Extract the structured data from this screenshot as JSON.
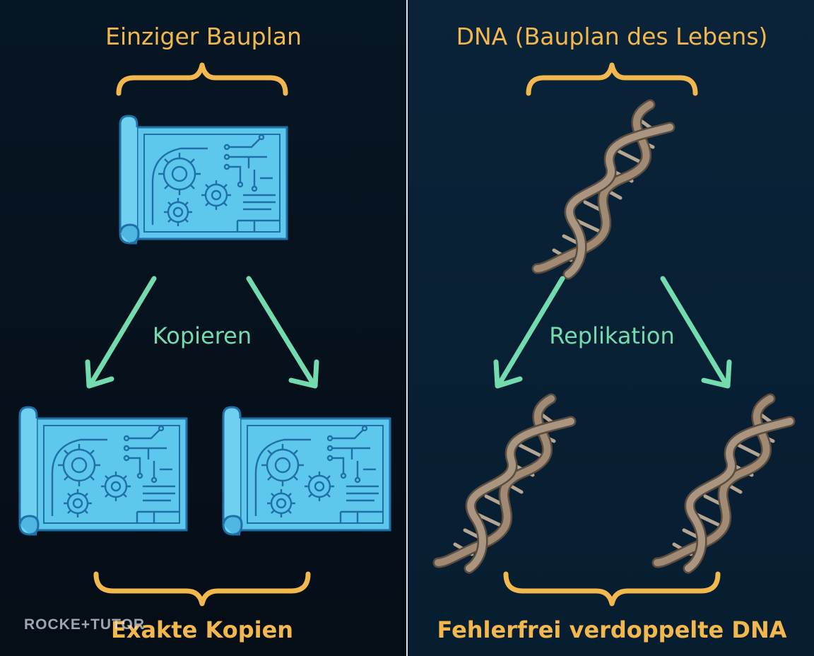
{
  "left": {
    "title": "Einziger Bauplan",
    "process_label": "Kopieren",
    "caption": "Exakte Kopien"
  },
  "right": {
    "title": "DNA (Bauplan des Lebens)",
    "process_label": "Replikation",
    "caption": "Fehlerfrei verdoppelte DNA"
  },
  "watermark": "ROCKE+TUTOR",
  "colors": {
    "left_background": "#06111b",
    "right_background": "#0a2338",
    "brace": "#f2b84e",
    "arrow": "#73dcaf",
    "blueprint_fill": "#5ec7ec",
    "blueprint_line": "#1f6fa8",
    "dna_strand": "#9a8672"
  },
  "icons": [
    "blueprint-icon",
    "dna-helix-icon",
    "gear-icon",
    "curly-brace-icon",
    "arrow-icon"
  ]
}
